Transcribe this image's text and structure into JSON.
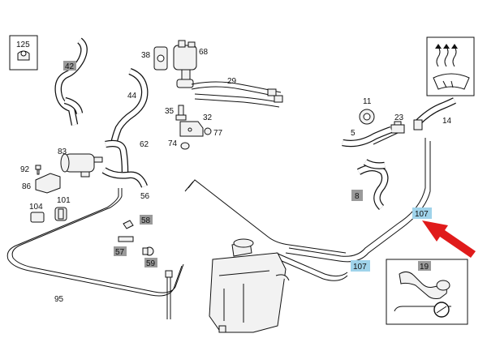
{
  "labels": {
    "p125": "125",
    "p42": "42",
    "p38": "38",
    "p68": "68",
    "p29": "29",
    "p44": "44",
    "p35": "35",
    "p32": "32",
    "p77": "77",
    "p74": "74",
    "p62": "62",
    "p83": "83",
    "p92": "92",
    "p86": "86",
    "p56": "56",
    "p101": "101",
    "p104": "104",
    "p58": "58",
    "p57": "57",
    "p59": "59",
    "p95": "95",
    "p11": "11",
    "p23": "23",
    "p14": "14",
    "p5": "5",
    "p8": "8",
    "p107a": "107",
    "p107b": "107",
    "p19": "19"
  },
  "colors": {
    "grey_highlight": "#9a9a9a",
    "blue_highlight": "#9fd3ea",
    "arrow": "#e01b1b",
    "line": "#111111"
  },
  "icons": [
    "heat-waves-icon",
    "windshield-defrost-icon",
    "steering-wheel-icon",
    "red-pointer-arrow"
  ]
}
